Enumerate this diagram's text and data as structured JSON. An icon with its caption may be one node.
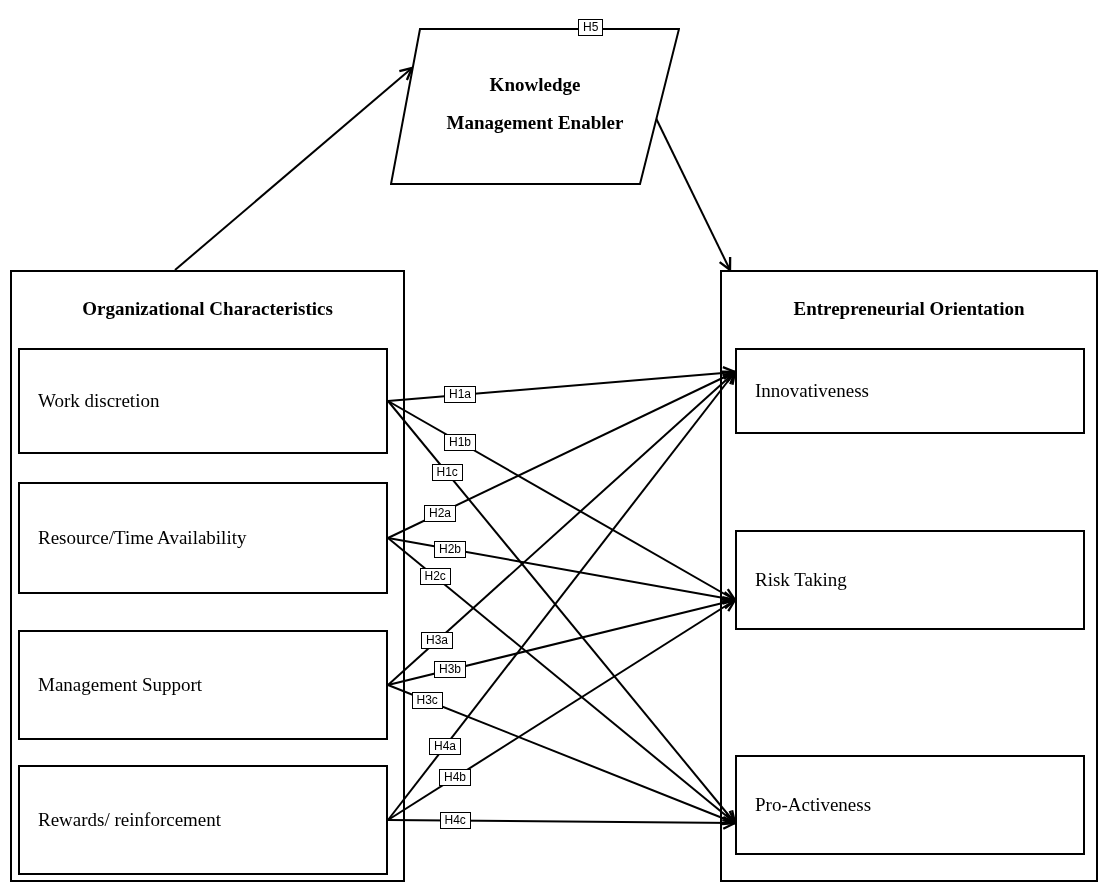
{
  "diagram": {
    "nodes": [
      {
        "text": [
          "H5",
          "Knowledge Management Enabler"
        ]
      },
      {
        "text": [
          "Organizational Characteristics"
        ]
      },
      {
        "text": [
          "Work discretion"
        ],
        "in": 1
      },
      {
        "text": [
          "Resource/Time Availability"
        ],
        "in": 1
      },
      {
        "text": [
          "Management Support"
        ],
        "in": 1
      },
      {
        "text": [
          "Rewards/ reinforcement"
        ],
        "in": 1
      },
      {
        "text": [
          "Entrepreneurial Orientation"
        ]
      },
      {
        "text": [
          "Innovativeness"
        ],
        "in": 6
      },
      {
        "text": [
          "Risk Taking"
        ],
        "in": 6
      },
      {
        "text": [
          "Pro-Activeness"
        ],
        "in": 6
      }
    ],
    "edges": [
      {
        "from": 1,
        "to": 0,
        "arrow": "to"
      },
      {
        "from": 0,
        "to": 6,
        "arrow": "to"
      },
      {
        "from": 2,
        "to": 7,
        "arrow": "to",
        "label": "H1a"
      },
      {
        "from": 2,
        "to": 8,
        "arrow": "to",
        "label": "H1b"
      },
      {
        "from": 2,
        "to": 9,
        "arrow": "to",
        "label": "H1c"
      },
      {
        "from": 3,
        "to": 7,
        "arrow": "to",
        "label": "H2a"
      },
      {
        "from": 3,
        "to": 8,
        "arrow": "to",
        "label": "H2b"
      },
      {
        "from": 3,
        "to": 9,
        "arrow": "to",
        "label": "H2c"
      },
      {
        "from": 4,
        "to": 7,
        "arrow": "to",
        "label": "H3a"
      },
      {
        "from": 4,
        "to": 8,
        "arrow": "to",
        "label": "H3b"
      },
      {
        "from": 4,
        "to": 9,
        "arrow": "to",
        "label": "H3c"
      },
      {
        "from": 5,
        "to": 7,
        "arrow": "to",
        "label": "H4a"
      },
      {
        "from": 5,
        "to": 8,
        "arrow": "to",
        "label": "H4b"
      },
      {
        "from": 5,
        "to": 9,
        "arrow": "to",
        "label": "H4c"
      }
    ]
  }
}
